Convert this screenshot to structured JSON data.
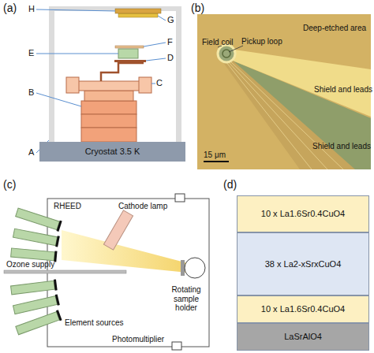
{
  "diagram": {
    "nodes": [
      {
        "text": [
          "Cryostat 3.5 K"
        ]
      },
      {
        "text": [
          "10 x La1.6Sr0.4CuO4"
        ]
      },
      {
        "text": [
          "38 x La2-xSrxCuO4"
        ]
      },
      {
        "text": [
          "10 x La1.6Sr0.4CuO4"
        ]
      },
      {
        "text": [
          "LaSrAlO4"
        ]
      }
    ],
    "labels": [
      "(a)",
      "H",
      "G",
      "E",
      "F",
      "D",
      "C",
      "B",
      "A",
      "(b)",
      "Field coil",
      "Pickup loop",
      "Deep-etched area",
      "Shield and leads",
      "Shield and leads",
      "15 μm",
      "(c)",
      "RHEED",
      "Cathode lamp",
      "Ozone supply",
      "Rotating sample holder",
      "Element sources",
      "Photomultiplier",
      "(d)"
    ]
  }
}
